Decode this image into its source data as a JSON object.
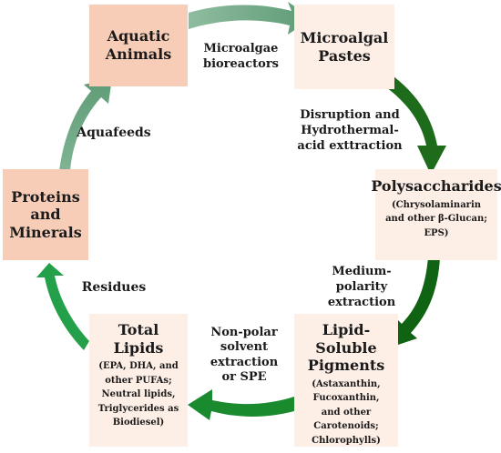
{
  "nodes": {
    "aquatic": {
      "title": "Aquatic\nAnimals",
      "color": "#f8cdb7"
    },
    "pastes": {
      "title": "Microalgal\nPastes",
      "color": "#fdeee6"
    },
    "polysaccharides": {
      "title": "Polysaccharides",
      "detail": "(Chrysolaminarin\nand other β-Glucan;\nEPS)",
      "color": "#fdeee6"
    },
    "pigments": {
      "title": "Lipid-Soluble\nPigments",
      "detail": "(Astaxanthin,\nFucoxanthin,\nand other\nCarotenoids;\nChlorophylls)",
      "color": "#fdeee6"
    },
    "lipids": {
      "title": "Total\nLipids",
      "detail": "(EPA, DHA, and\nother PUFAs;\nNeutral lipids,\nTriglycerides as\nBiodiesel)",
      "color": "#fdeee6"
    },
    "proteins": {
      "title": "Proteins\nand\nMinerals",
      "color": "#f8cdb7"
    }
  },
  "edges": {
    "bioreactors": "Microalgae\nbioreactors",
    "disruption": "Disruption and\nHydrothermal-\nacid exttraction",
    "medium": "Medium-\npolarity\nextraction",
    "nonpolar": "Non-polar\nsolvent\nextraction\nor SPE",
    "aquafeeds": "Aquafeeds",
    "residues": "Residues"
  },
  "colors": {
    "arrow_light": "#76a98a",
    "arrow_dark": "#1e6b1c",
    "arrow_medium": "#25a04a"
  }
}
